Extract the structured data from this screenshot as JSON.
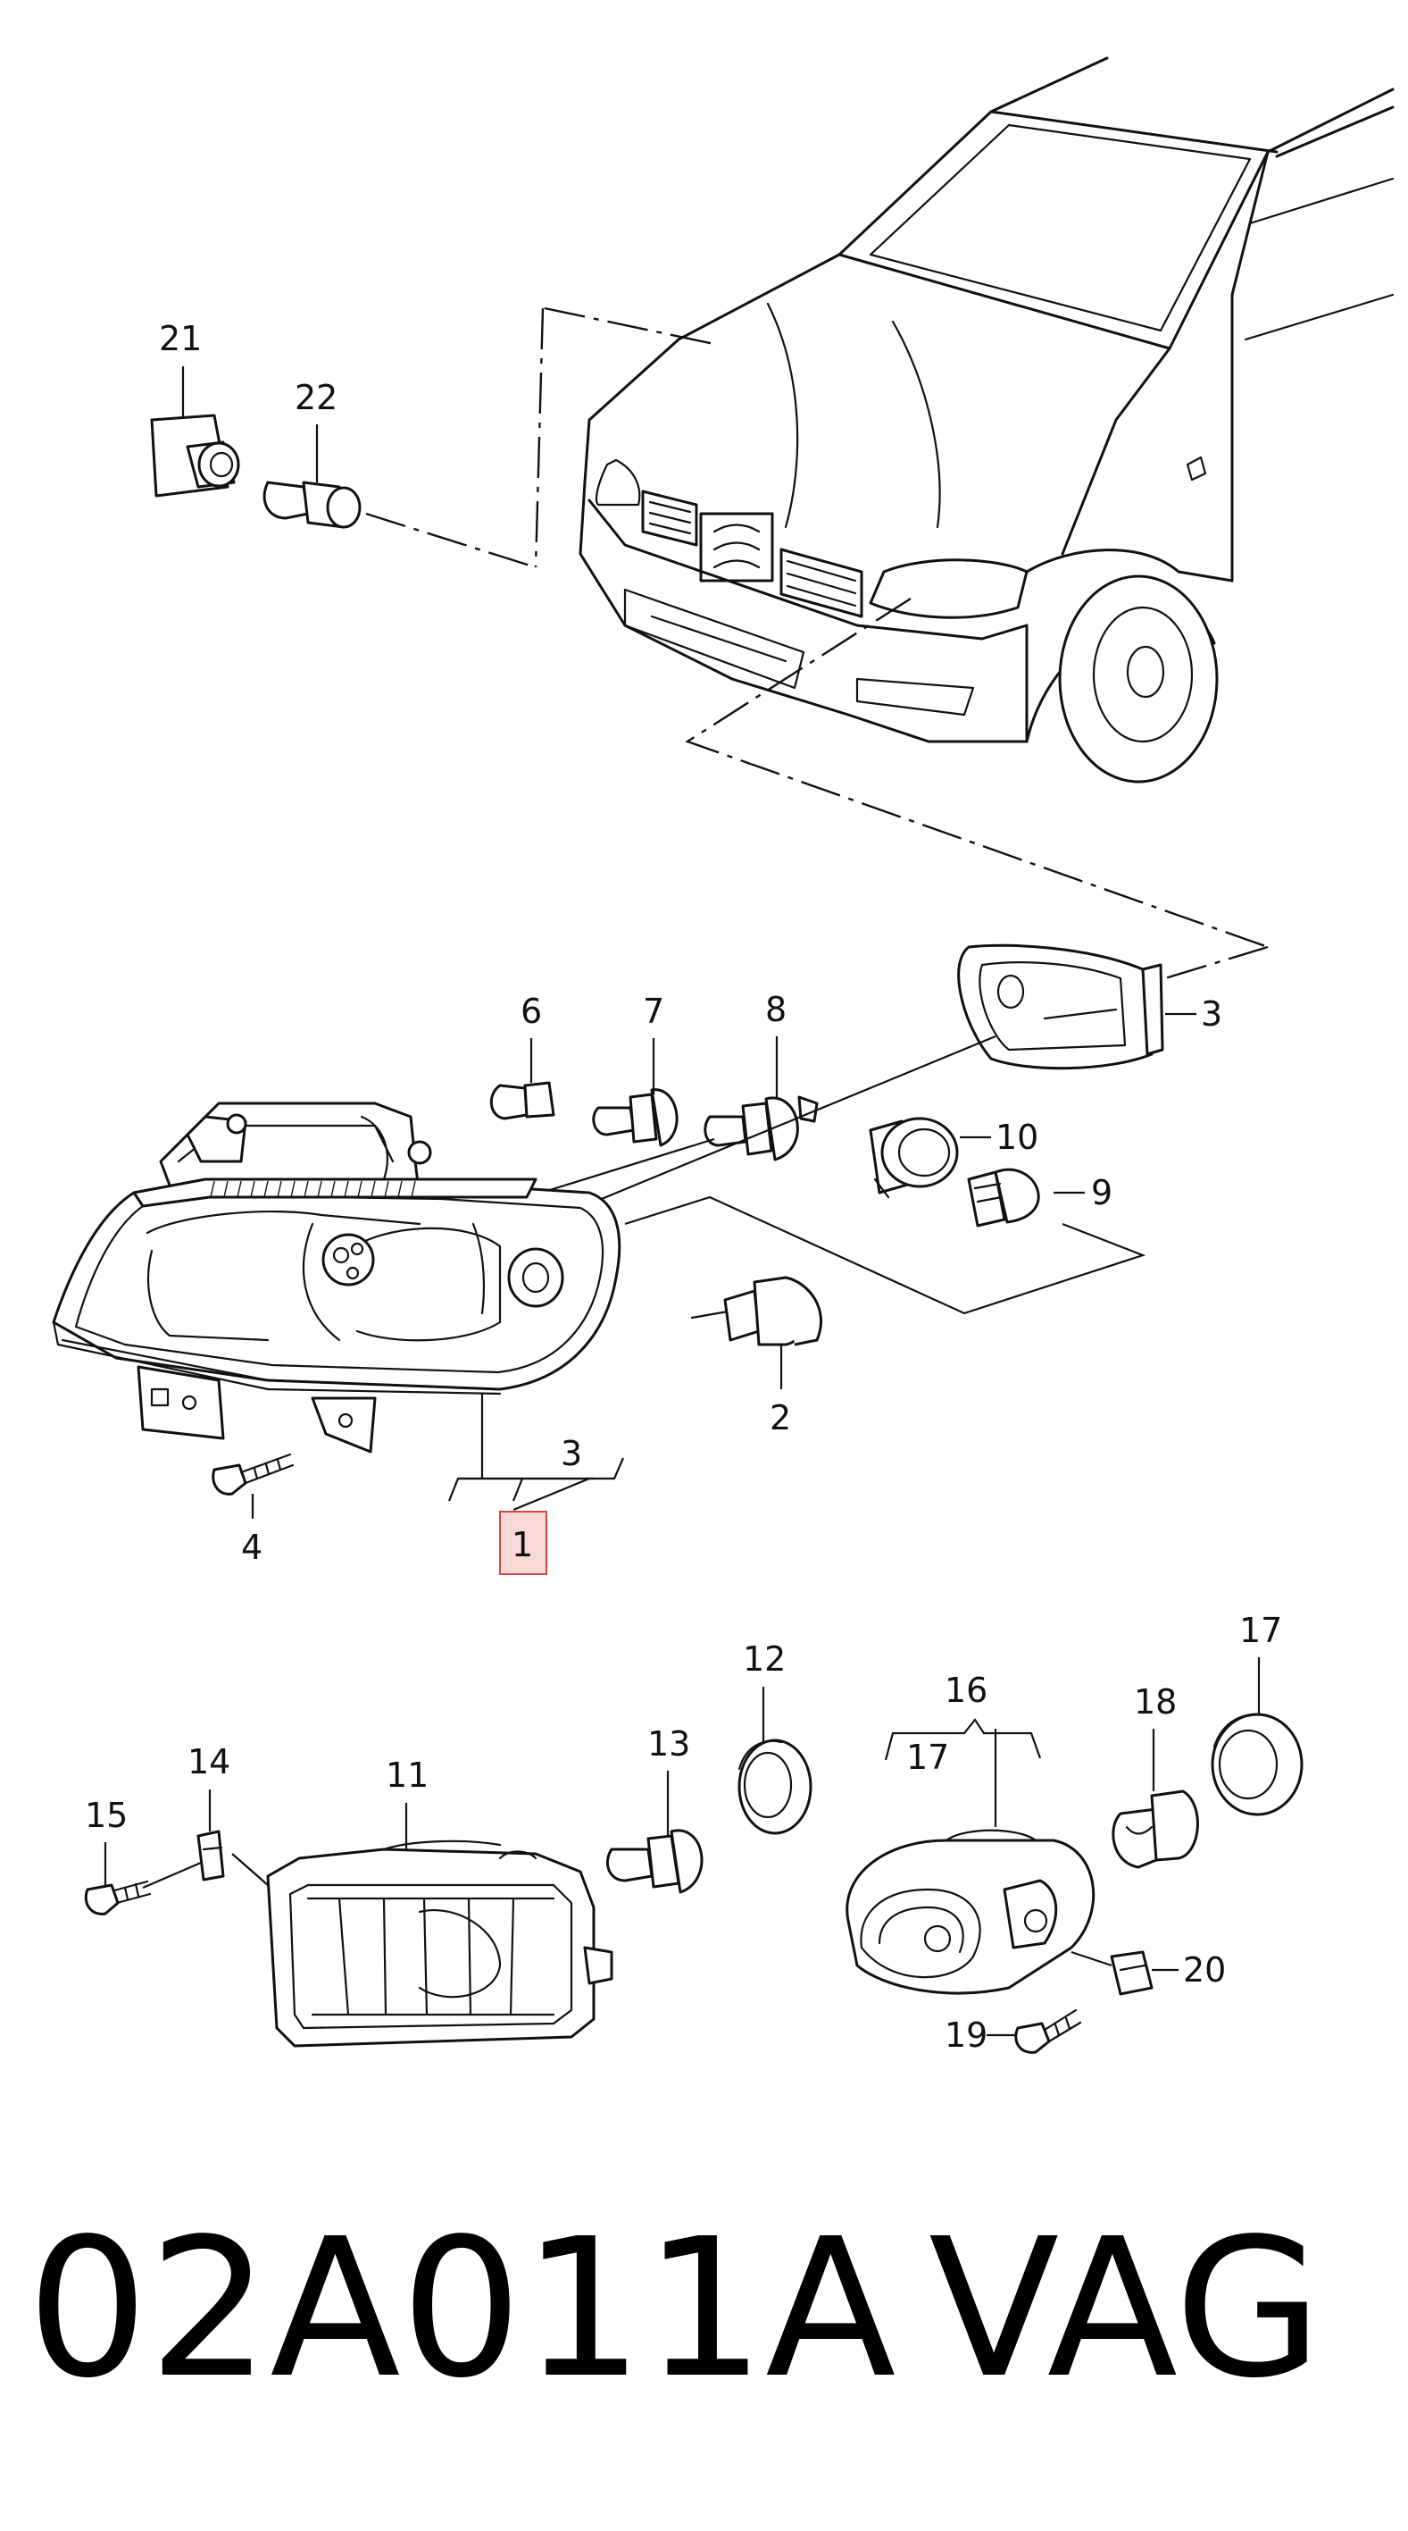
{
  "callouts": {
    "c1": "1",
    "c2": "2",
    "c3a": "3",
    "c3b": "3",
    "c4": "4",
    "c6": "6",
    "c7": "7",
    "c8": "8",
    "c9": "9",
    "c10": "10",
    "c11": "11",
    "c12": "12",
    "c13": "13",
    "c14": "14",
    "c15": "15",
    "c16": "16",
    "c17a": "17",
    "c17b": "17",
    "c18": "18",
    "c19": "19",
    "c20": "20",
    "c21": "21",
    "c22": "22"
  },
  "footer": {
    "part_number": "02A011A",
    "brand": "VAG"
  },
  "colors": {
    "line": "#111111",
    "highlight_fill": "#f9d8d8",
    "highlight_stroke": "#d64545"
  },
  "icons": {
    "vehicle": "car-front-icon",
    "headlight": "headlight-housing-icon",
    "fog_light": "fog-light-icon",
    "bulb": "bulb-icon",
    "socket": "bulb-socket-icon",
    "screw": "screw-icon",
    "clip": "clip-icon"
  }
}
